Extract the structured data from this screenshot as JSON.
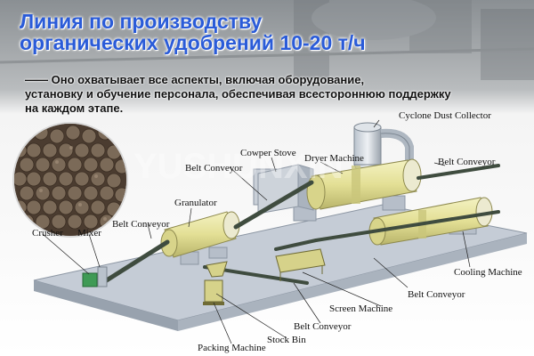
{
  "header": {
    "title_line1": "Линия по производству",
    "title_line2": "органических удобрений 10-20 т/ч",
    "subtitle_lines": [
      "—— Оно охватывает все аспекты, включая оборудование,",
      "установку и обучение персонала, обеспечивая всестороннюю поддержку",
      "на каждом этапе."
    ]
  },
  "diagram_labels": {
    "cyclone": "Cyclone Dust Collector",
    "cowper": "Cowper Stove",
    "dryer": "Dryer Machine",
    "belt_conveyor": "Belt Conveyor",
    "granulator": "Granulator",
    "crusher": "Crusher",
    "mixer": "Mixer",
    "cooling": "Cooling Machine",
    "screen": "Screen Machine",
    "stock_bin": "Stock Bin",
    "packing": "Packing Machine"
  },
  "colors": {
    "title": "#2a5bd8",
    "machine_yellow": "#e8e59e",
    "platform": "#c5ccd6",
    "conveyor": "#4a5a4a"
  }
}
